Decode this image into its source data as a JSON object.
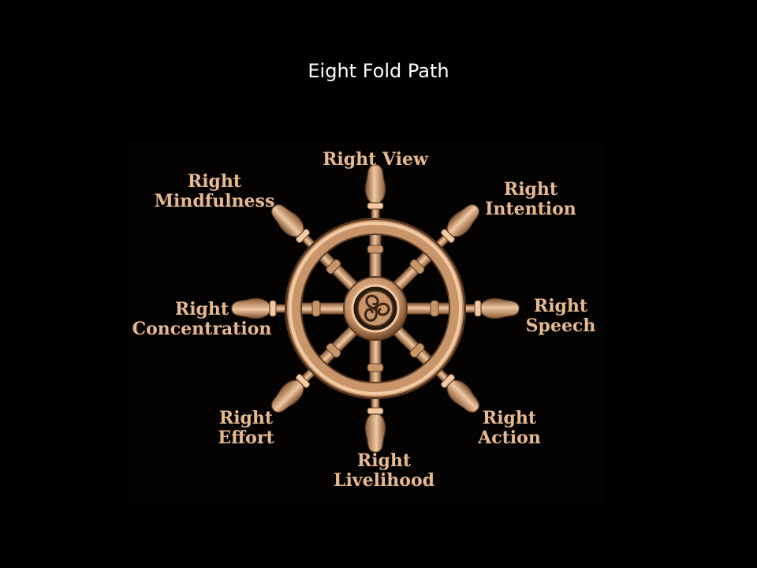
{
  "slide": {
    "title": "Eight Fold Path",
    "background": "#000000",
    "title_color": "#ffffff"
  },
  "wheel": {
    "metal_color": "#c9966b",
    "highlight_color": "#f2cba6",
    "shadow_color": "#5c3b22",
    "label_color": "#e6ba91",
    "hub_icon": "triple-spiral-icon",
    "labels": [
      {
        "id": "view",
        "lines": [
          "Right View"
        ]
      },
      {
        "id": "intention",
        "lines": [
          "Right",
          "Intention"
        ]
      },
      {
        "id": "speech",
        "lines": [
          "Right",
          "Speech"
        ]
      },
      {
        "id": "action",
        "lines": [
          "Right",
          "Action"
        ]
      },
      {
        "id": "livelihood",
        "lines": [
          "Right",
          "Livelihood"
        ]
      },
      {
        "id": "effort",
        "lines": [
          "Right",
          "Effort"
        ]
      },
      {
        "id": "concentration",
        "lines": [
          "Right",
          "Concentration"
        ]
      },
      {
        "id": "mindfulness",
        "lines": [
          "Right",
          "Mindfulness"
        ]
      }
    ]
  }
}
